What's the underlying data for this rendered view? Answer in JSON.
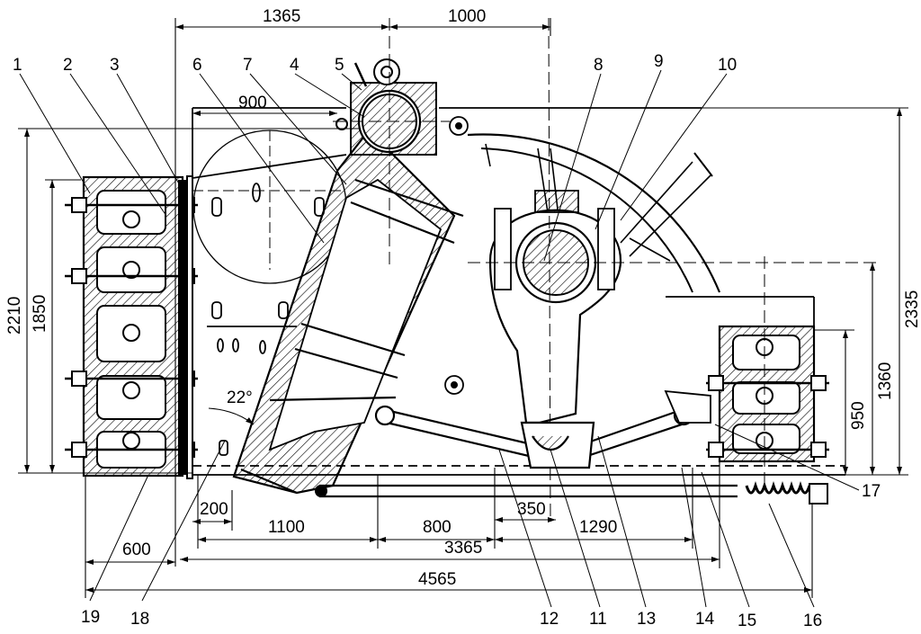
{
  "dimensions": {
    "d1365": "1365",
    "d1000": "1000",
    "d900": "900",
    "d2210": "2210",
    "d1850": "1850",
    "d2335": "2335",
    "d1360": "1360",
    "d950": "950",
    "d200": "200",
    "d1100": "1100",
    "d800": "800",
    "d350": "350",
    "d1290": "1290",
    "d3365": "3365",
    "d600": "600",
    "d4565": "4565",
    "angle": "22°"
  },
  "part_labels": {
    "p1": "1",
    "p2": "2",
    "p3": "3",
    "p4": "4",
    "p5": "5",
    "p6": "6",
    "p7": "7",
    "p8": "8",
    "p9": "9",
    "p10": "10",
    "p11": "11",
    "p12": "12",
    "p13": "13",
    "p14": "14",
    "p15": "15",
    "p16": "16",
    "p17": "17",
    "p18": "18",
    "p19": "19"
  },
  "colors": {
    "ink": "#000000",
    "paper": "#ffffff"
  }
}
